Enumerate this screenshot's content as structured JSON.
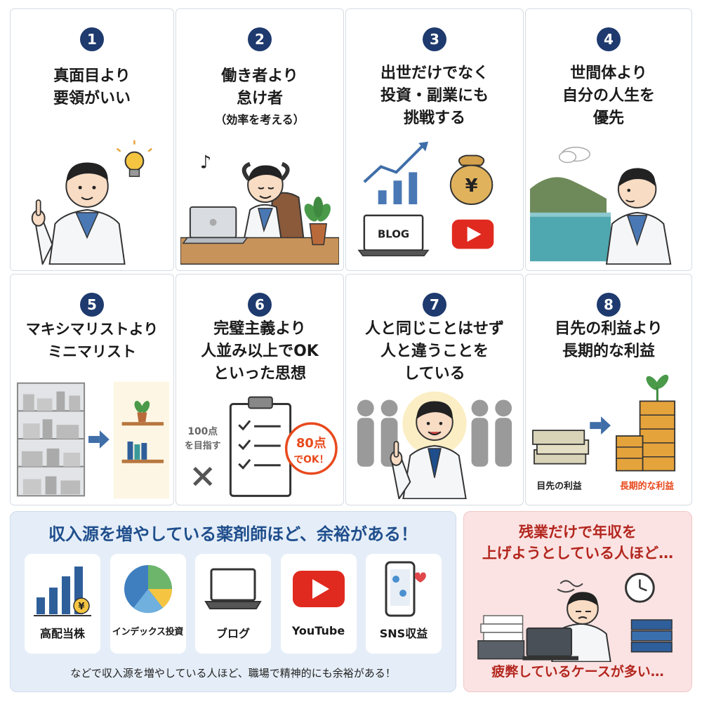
{
  "cards": [
    {
      "number": "1",
      "lines": [
        "真面目より",
        "要領がいい"
      ]
    },
    {
      "number": "2",
      "lines": [
        "働き者より",
        "怠け者"
      ],
      "sub": "（効率を考える）"
    },
    {
      "number": "3",
      "lines": [
        "出世だけでなく",
        "投資・副業にも",
        "挑戦する"
      ],
      "blog_label": "BLOG",
      "yen_mark": "¥"
    },
    {
      "number": "4",
      "lines": [
        "世間体より",
        "自分の人生を",
        "優先"
      ]
    },
    {
      "number": "5",
      "lines": [
        "マキシマリストより",
        "ミニマリスト"
      ]
    },
    {
      "number": "6",
      "lines": [
        "完璧主義より",
        "人並み以上でOK",
        "といった思想"
      ],
      "hundred_label_1": "100点",
      "hundred_label_2": "を目指す",
      "eighty_label_1": "80点",
      "eighty_label_2": "でOK！"
    },
    {
      "number": "7",
      "lines": [
        "人と同じことはせず",
        "人と違うことを",
        "している"
      ]
    },
    {
      "number": "8",
      "lines": [
        "目先の利益より",
        "長期的な利益"
      ],
      "left_label": "目先の利益",
      "right_label": "長期的な利益"
    }
  ],
  "income_panel": {
    "headline": "収入源を増やしている薬剤師ほど、余裕がある！",
    "items": [
      {
        "label": "高配当株",
        "icon": "bar-chart-yen-icon"
      },
      {
        "label": "インデックス投資",
        "icon": "pie-chart-icon"
      },
      {
        "label": "ブログ",
        "icon": "laptop-icon"
      },
      {
        "label": "YouTube",
        "icon": "youtube-icon"
      },
      {
        "label": "SNS収益",
        "icon": "smartphone-icon"
      }
    ],
    "footer": "などで収入源を増やしている人ほど、職場で精神的にも余裕がある！",
    "yen_mark": "¥"
  },
  "overtime_panel": {
    "title_lines": [
      "残業だけで年収を",
      "上げようとしている人ほど…"
    ],
    "footer": "疲弊しているケースが多い…"
  },
  "colors": {
    "navy": "#1e3a6e",
    "accent_blue": "#1f4e8c",
    "red": "#b3261e",
    "orange": "#e8491d",
    "gold": "#e5a33c"
  }
}
